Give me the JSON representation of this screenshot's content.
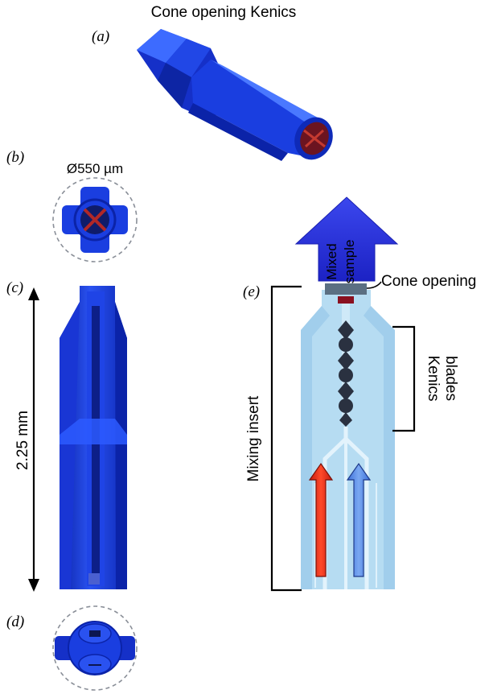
{
  "title": "Cone opening Kenics",
  "panels": {
    "a": "(a)",
    "b": "(b)",
    "c": "(c)",
    "d": "(d)",
    "e": "(e)"
  },
  "labels": {
    "diameter": "Ø550 µm",
    "length": "2.25 mm",
    "mixed_sample_line1": "Mixed",
    "mixed_sample_line2": "sample",
    "cone_opening": "Cone opening",
    "kenics_line1": "Kenics",
    "kenics_line2": "blades",
    "mixing_insert": "Mixing insert"
  },
  "colors": {
    "part_blue": "#1a3ee0",
    "part_dark": "#0b23a8",
    "part_light": "#3d6bff",
    "insert_light": "#b6dcf2",
    "arrow_blue": "#2f2fd8",
    "red_flow": "#e8321e",
    "blue_flow": "#5a8ee8",
    "blade_dark": "#2a3140",
    "cone_red": "#8a1020"
  }
}
